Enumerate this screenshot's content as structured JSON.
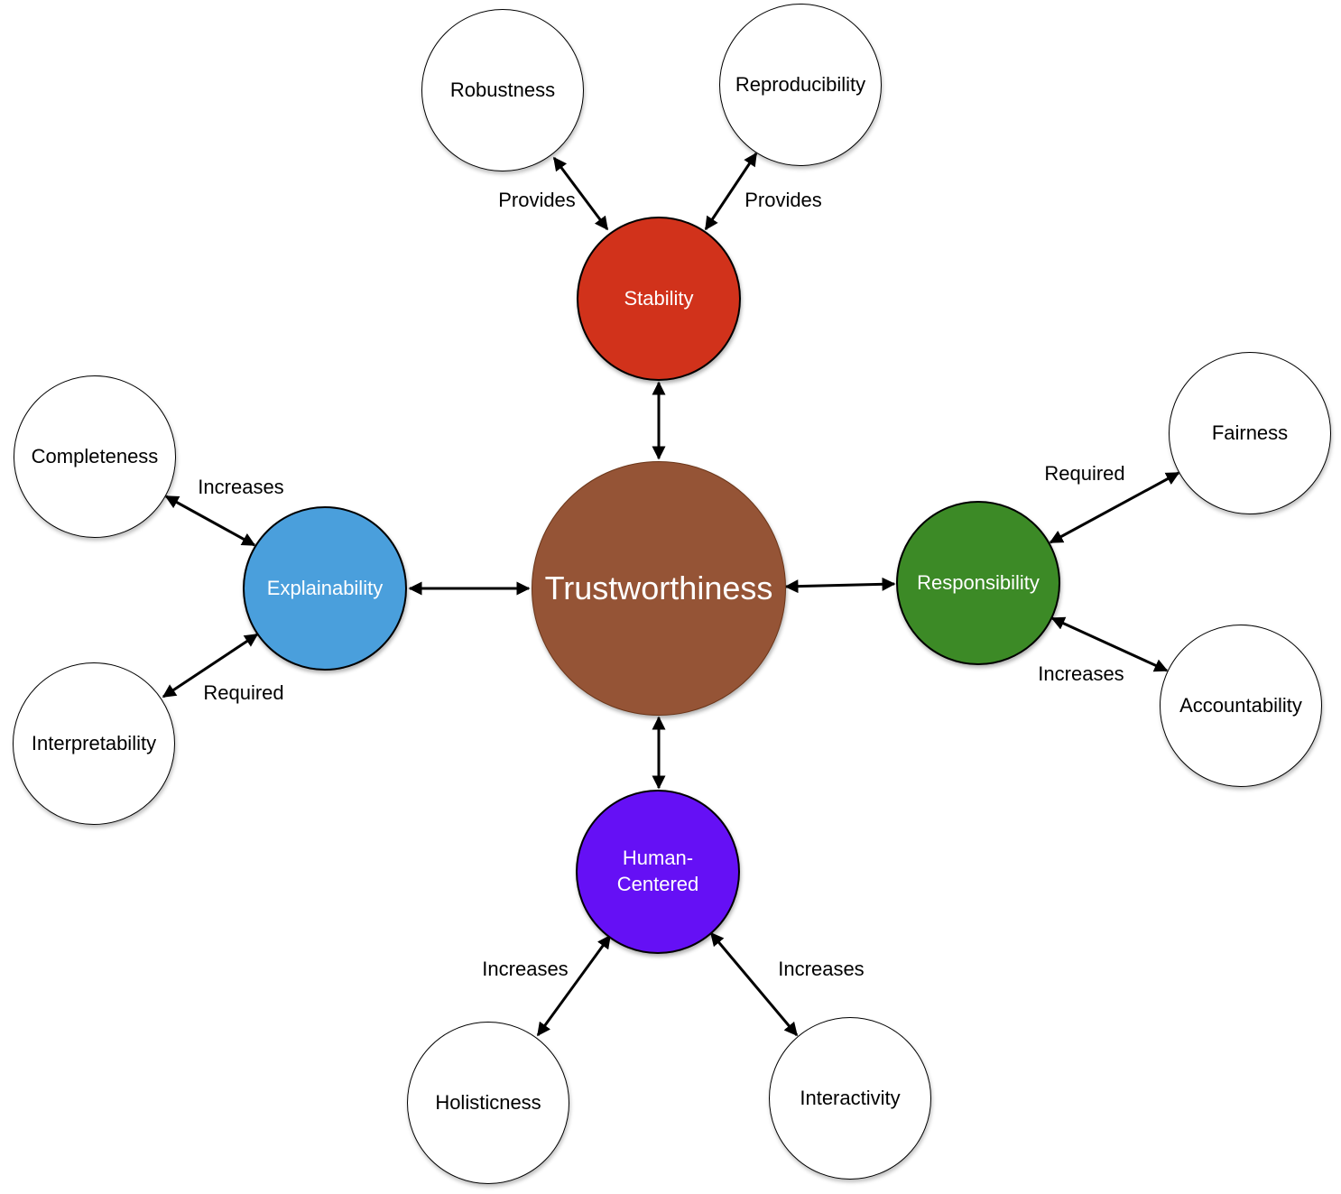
{
  "center": {
    "label": "Trustworthiness",
    "color": "#955436"
  },
  "hubs": {
    "stability": {
      "label": "Stability",
      "color": "#d1321b"
    },
    "explainability": {
      "label": "Explainability",
      "color": "#4a9fdc"
    },
    "responsibility": {
      "label": "Responsibility",
      "color": "#3c8a26"
    },
    "human_centered": {
      "label": "Human-Centered",
      "color": "#6510f5"
    }
  },
  "leaves": {
    "robustness": "Robustness",
    "reproducibility": "Reproducibility",
    "completeness": "Completeness",
    "interpretability": "Interpretability",
    "fairness": "Fairness",
    "accountability": "Accountability",
    "holisticness": "Holisticness",
    "interactivity": "Interactivity"
  },
  "edge_labels": {
    "robustness": "Provides",
    "reproducibility": "Provides",
    "completeness": "Increases",
    "interpretability": "Required",
    "fairness": "Required",
    "accountability": "Increases",
    "holisticness": "Increases",
    "interactivity": "Increases"
  }
}
